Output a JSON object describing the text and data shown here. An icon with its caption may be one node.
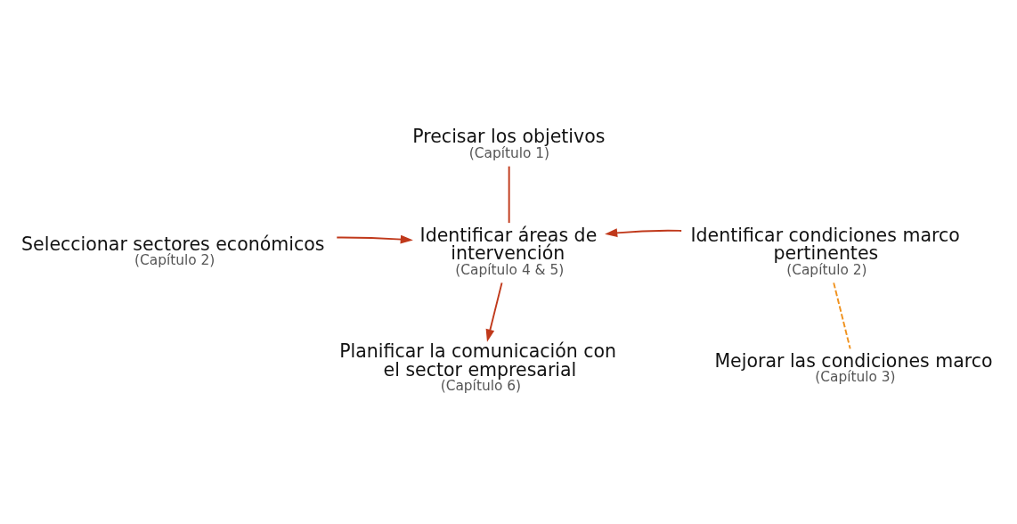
{
  "diagram": {
    "nodes": [
      {
        "text": [
          "Precisar los objetivos",
          "(Capítulo 1)"
        ]
      },
      {
        "text": [
          "Seleccionar sectores económicos",
          "(Capítulo 2)"
        ]
      },
      {
        "text": [
          "Identificar áreas de intervención",
          "(Capítulo 4 & 5)"
        ]
      },
      {
        "text": [
          "Identificar condiciones marco pertinentes",
          "(Capítulo 2)"
        ]
      },
      {
        "text": [
          "Mejorar las condiciones marco",
          "(Capítulo 3)"
        ]
      },
      {
        "text": [
          "Planificar la comunicación con el sector empresarial",
          "(Capítulo 6)"
        ]
      }
    ],
    "edges": [
      {
        "from": 0,
        "to": 2,
        "arrow": "none"
      },
      {
        "from": 1,
        "to": 2,
        "arrow": "to"
      },
      {
        "from": 3,
        "to": 2,
        "arrow": "to"
      },
      {
        "from": 3,
        "to": 4,
        "arrow": "none",
        "style": "dashed",
        "color": "#f0921e"
      },
      {
        "from": 2,
        "to": 5,
        "arrow": "to"
      }
    ]
  }
}
